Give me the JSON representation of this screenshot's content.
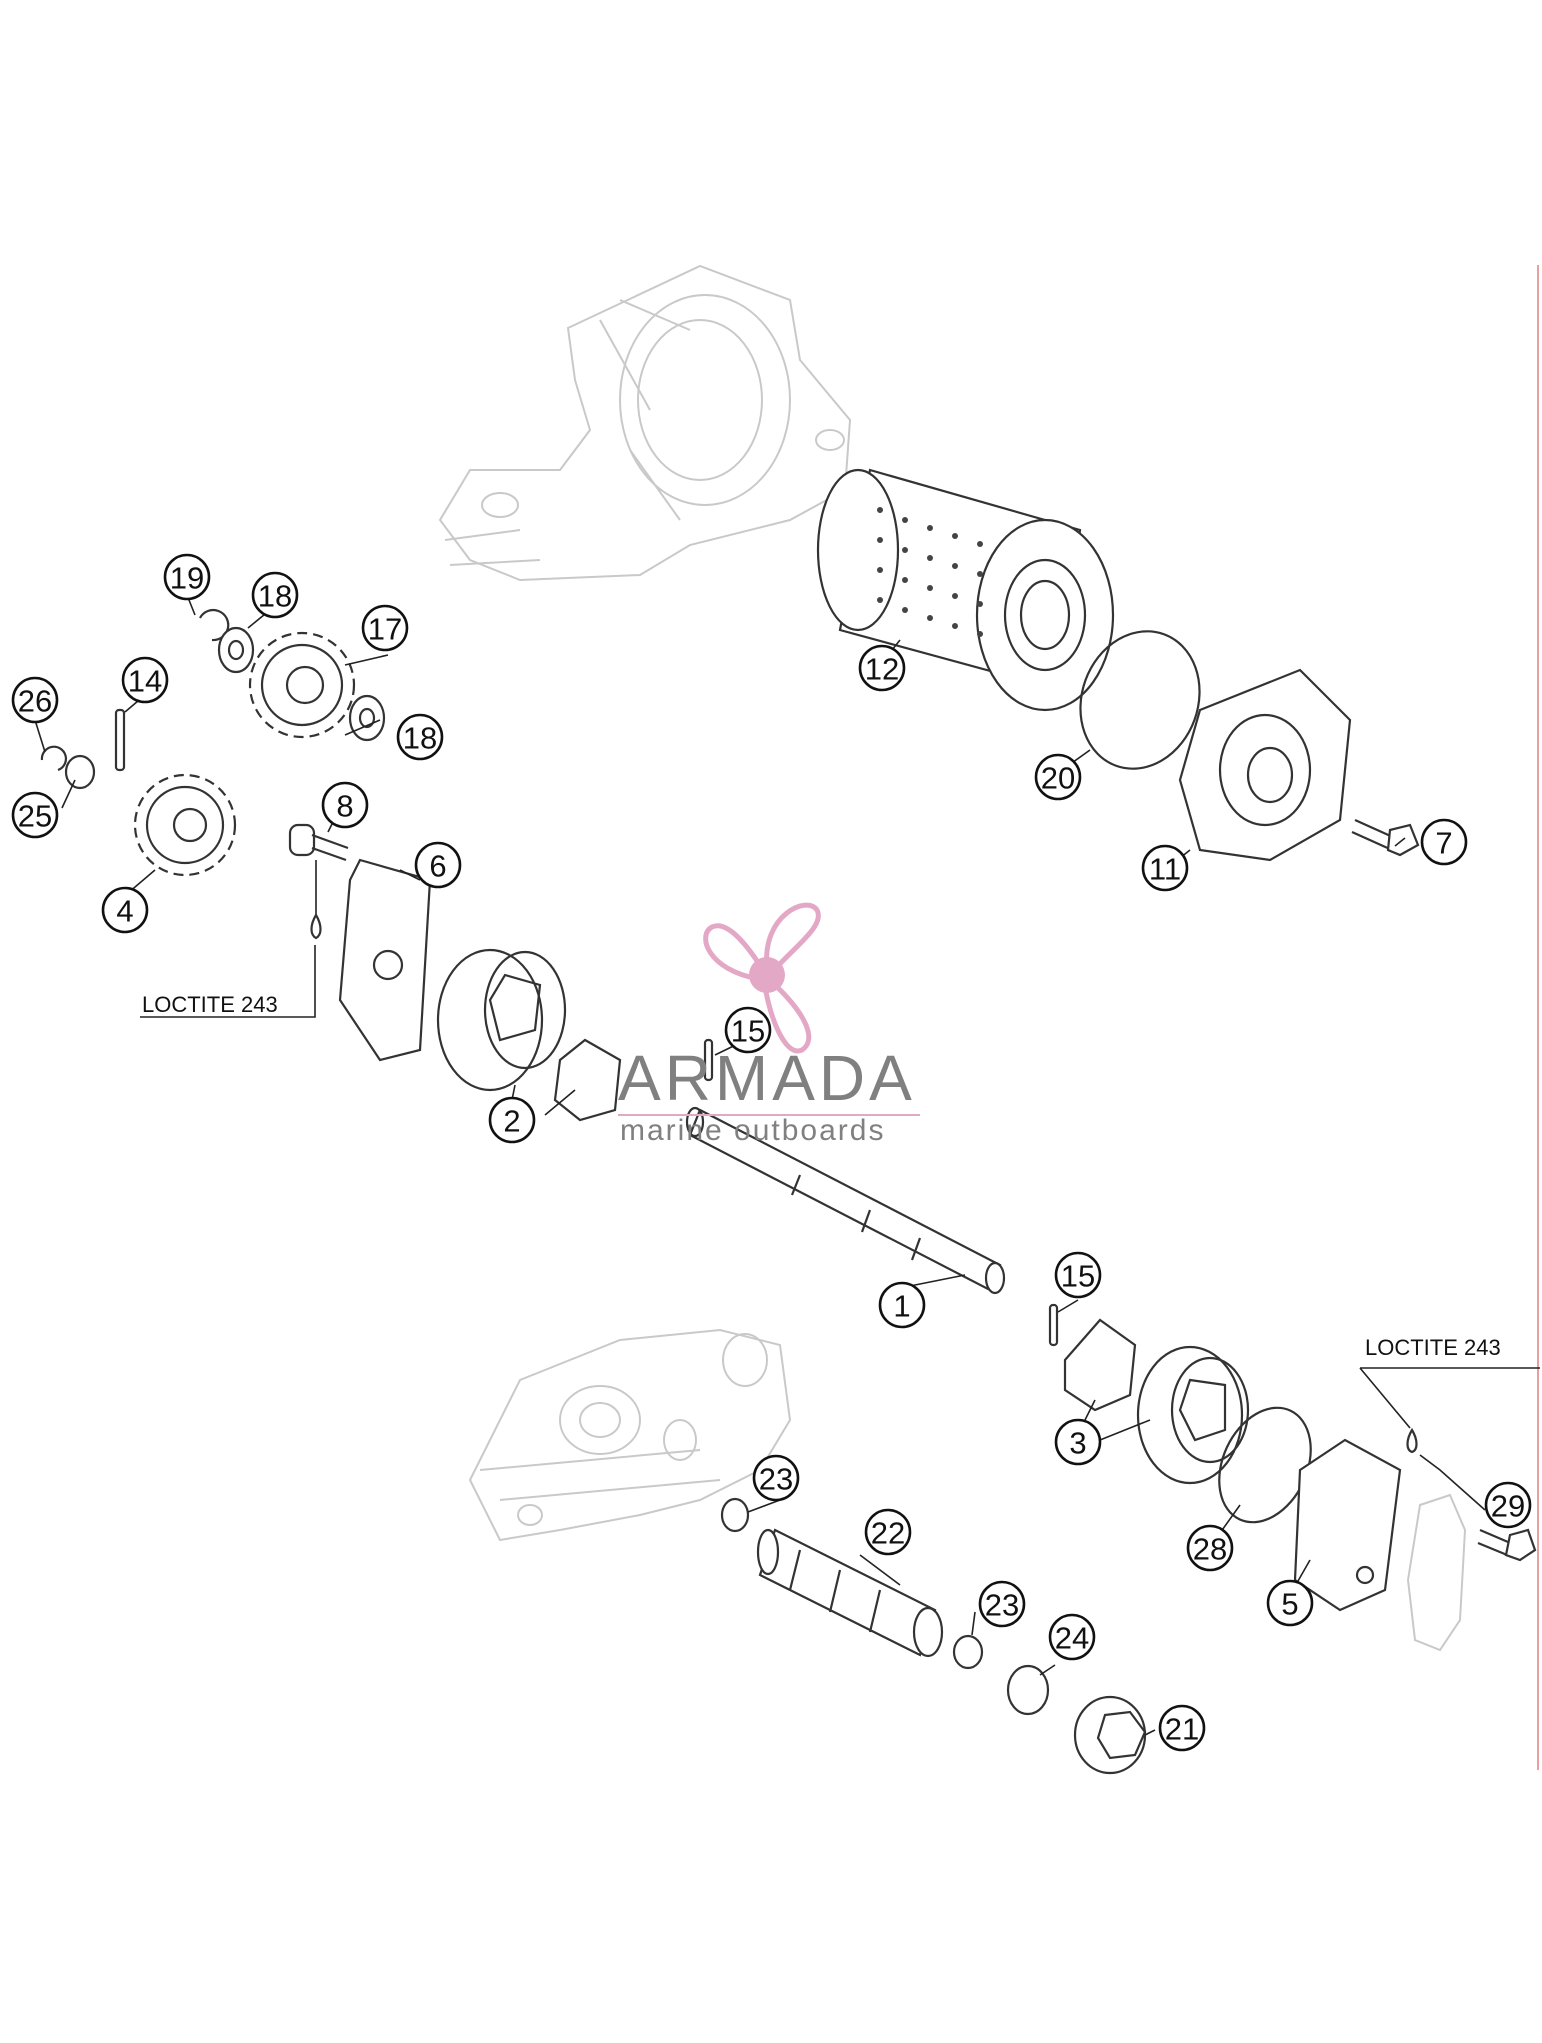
{
  "callouts": [
    {
      "id": "callout-1",
      "label": "1"
    },
    {
      "id": "callout-2",
      "label": "2"
    },
    {
      "id": "callout-3",
      "label": "3"
    },
    {
      "id": "callout-4",
      "label": "4"
    },
    {
      "id": "callout-5",
      "label": "5"
    },
    {
      "id": "callout-6",
      "label": "6"
    },
    {
      "id": "callout-7",
      "label": "7"
    },
    {
      "id": "callout-8",
      "label": "8"
    },
    {
      "id": "callout-11",
      "label": "11"
    },
    {
      "id": "callout-12",
      "label": "12"
    },
    {
      "id": "callout-14",
      "label": "14"
    },
    {
      "id": "callout-15-top",
      "label": "15"
    },
    {
      "id": "callout-15-bottom",
      "label": "15"
    },
    {
      "id": "callout-17",
      "label": "17"
    },
    {
      "id": "callout-18-top",
      "label": "18"
    },
    {
      "id": "callout-18-bottom",
      "label": "18"
    },
    {
      "id": "callout-19",
      "label": "19"
    },
    {
      "id": "callout-20",
      "label": "20"
    },
    {
      "id": "callout-21",
      "label": "21"
    },
    {
      "id": "callout-22",
      "label": "22"
    },
    {
      "id": "callout-23-top",
      "label": "23"
    },
    {
      "id": "callout-23-bottom",
      "label": "23"
    },
    {
      "id": "callout-24",
      "label": "24"
    },
    {
      "id": "callout-25",
      "label": "25"
    },
    {
      "id": "callout-26",
      "label": "26"
    },
    {
      "id": "callout-28",
      "label": "28"
    },
    {
      "id": "callout-29",
      "label": "29"
    }
  ],
  "notes": {
    "loctite_left": "LOCTITE 243",
    "loctite_right": "LOCTITE 243"
  },
  "watermark": {
    "title": "ARMADA",
    "subtitle": "marine outboards",
    "logo_icon": "propeller-logo-icon",
    "logo_color": "#e4a8c7",
    "text_color": "#808080"
  },
  "page_border_color": "#e8a0a0"
}
